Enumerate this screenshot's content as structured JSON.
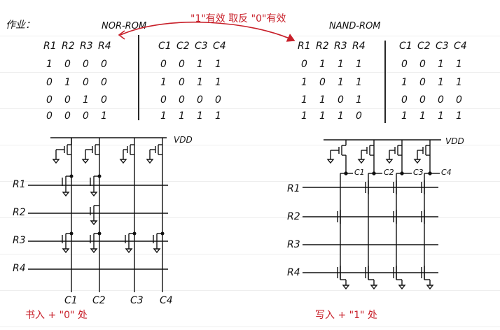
{
  "homework_label": "作业：",
  "nor_title": "NOR-ROM",
  "nand_title": "NAND-ROM",
  "annotation": "\"1\"有效 取反 \"0\"有效",
  "headers": [
    "R1",
    "R2",
    "R3",
    "R4",
    "C1",
    "C2",
    "C3",
    "C4"
  ],
  "nor_table": {
    "r_rows": [
      [
        "1",
        "0",
        "0",
        "0"
      ],
      [
        "0",
        "1",
        "0",
        "0"
      ],
      [
        "0",
        "0",
        "1",
        "0"
      ],
      [
        "0",
        "0",
        "0",
        "1"
      ]
    ],
    "c_rows": [
      [
        "0",
        "0",
        "1",
        "1"
      ],
      [
        "1",
        "0",
        "1",
        "1"
      ],
      [
        "0",
        "0",
        "0",
        "0"
      ],
      [
        "1",
        "1",
        "1",
        "1"
      ]
    ]
  },
  "nand_table": {
    "r_rows": [
      [
        "0",
        "1",
        "1",
        "1"
      ],
      [
        "1",
        "0",
        "1",
        "1"
      ],
      [
        "1",
        "1",
        "0",
        "1"
      ],
      [
        "1",
        "1",
        "1",
        "0"
      ]
    ],
    "c_rows": [
      [
        "0",
        "0",
        "1",
        "1"
      ],
      [
        "1",
        "0",
        "1",
        "1"
      ],
      [
        "0",
        "0",
        "0",
        "0"
      ],
      [
        "1",
        "1",
        "1",
        "1"
      ]
    ]
  },
  "vdd_label": "VDD",
  "nor_rows": [
    "R1",
    "R2",
    "R3",
    "R4"
  ],
  "nor_cols": [
    "C1",
    "C2",
    "C3",
    "C4"
  ],
  "nand_rows": [
    "R1",
    "R2",
    "R3",
    "R4"
  ],
  "nand_cols": [
    "C1",
    "C2",
    "C3",
    "C4"
  ],
  "nor_note": "书入 + \"0\" 处",
  "nand_note": "写入 + \"1\" 处",
  "colors": {
    "ink": "#111111",
    "red": "#c8202a"
  }
}
